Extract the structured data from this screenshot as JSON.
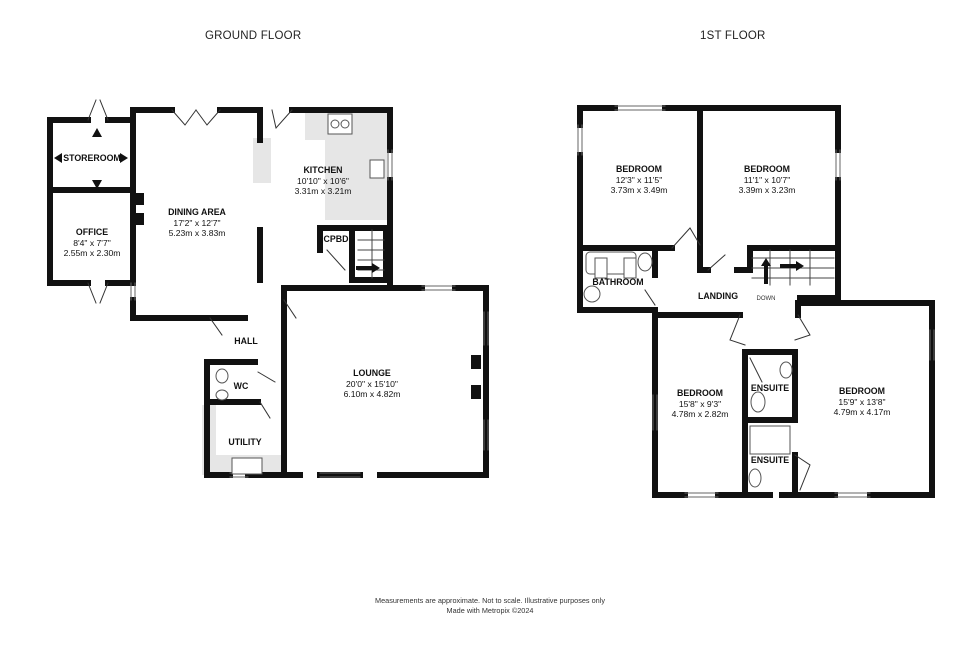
{
  "titles": {
    "ground_floor": "GROUND FLOOR",
    "first_floor": "1ST FLOOR"
  },
  "ground_floor": {
    "rooms": [
      {
        "name": "STOREROOM",
        "dim_imperial": "",
        "dim_metric": ""
      },
      {
        "name": "OFFICE",
        "dim_imperial": "8'4\"  x 7'7\"",
        "dim_metric": "2.55m  x 2.30m"
      },
      {
        "name": "DINING AREA",
        "dim_imperial": "17'2\"  x 12'7\"",
        "dim_metric": "5.23m  x 3.83m"
      },
      {
        "name": "KITCHEN",
        "dim_imperial": "10'10\"  x 10'6\"",
        "dim_metric": "3.31m  x 3.21m"
      },
      {
        "name": "CPBD",
        "dim_imperial": "",
        "dim_metric": ""
      },
      {
        "name": "HALL",
        "dim_imperial": "",
        "dim_metric": ""
      },
      {
        "name": "WC",
        "dim_imperial": "",
        "dim_metric": ""
      },
      {
        "name": "UTILITY",
        "dim_imperial": "",
        "dim_metric": ""
      },
      {
        "name": "LOUNGE",
        "dim_imperial": "20'0\"  x 15'10\"",
        "dim_metric": "6.10m  x 4.82m"
      }
    ]
  },
  "first_floor": {
    "rooms": [
      {
        "name": "BEDROOM",
        "dim_imperial": "12'3\"  x 11'5\"",
        "dim_metric": "3.73m  x 3.49m"
      },
      {
        "name": "BEDROOM",
        "dim_imperial": "11'1\"  x 10'7\"",
        "dim_metric": "3.39m  x 3.23m"
      },
      {
        "name": "BATHROOM",
        "dim_imperial": "",
        "dim_metric": ""
      },
      {
        "name": "LANDING",
        "dim_imperial": "",
        "dim_metric": ""
      },
      {
        "name": "BEDROOM",
        "dim_imperial": "15'8\"  x 9'3\"",
        "dim_metric": "4.78m  x 2.82m"
      },
      {
        "name": "ENSUITE",
        "dim_imperial": "",
        "dim_metric": ""
      },
      {
        "name": "ENSUITE",
        "dim_imperial": "",
        "dim_metric": ""
      },
      {
        "name": "BEDROOM",
        "dim_imperial": "15'9\"  x 13'8\"",
        "dim_metric": "4.79m  x 4.17m"
      }
    ],
    "stairs_label": "DOWN"
  },
  "footer": {
    "disclaimer": "Measurements are approximate.  Not to scale.  Illustrative purposes only",
    "credit": "Made with Metropix ©2024"
  },
  "colors": {
    "wall": "#111111",
    "fixture_fill": "#e6e6e6",
    "background": "#ffffff"
  }
}
